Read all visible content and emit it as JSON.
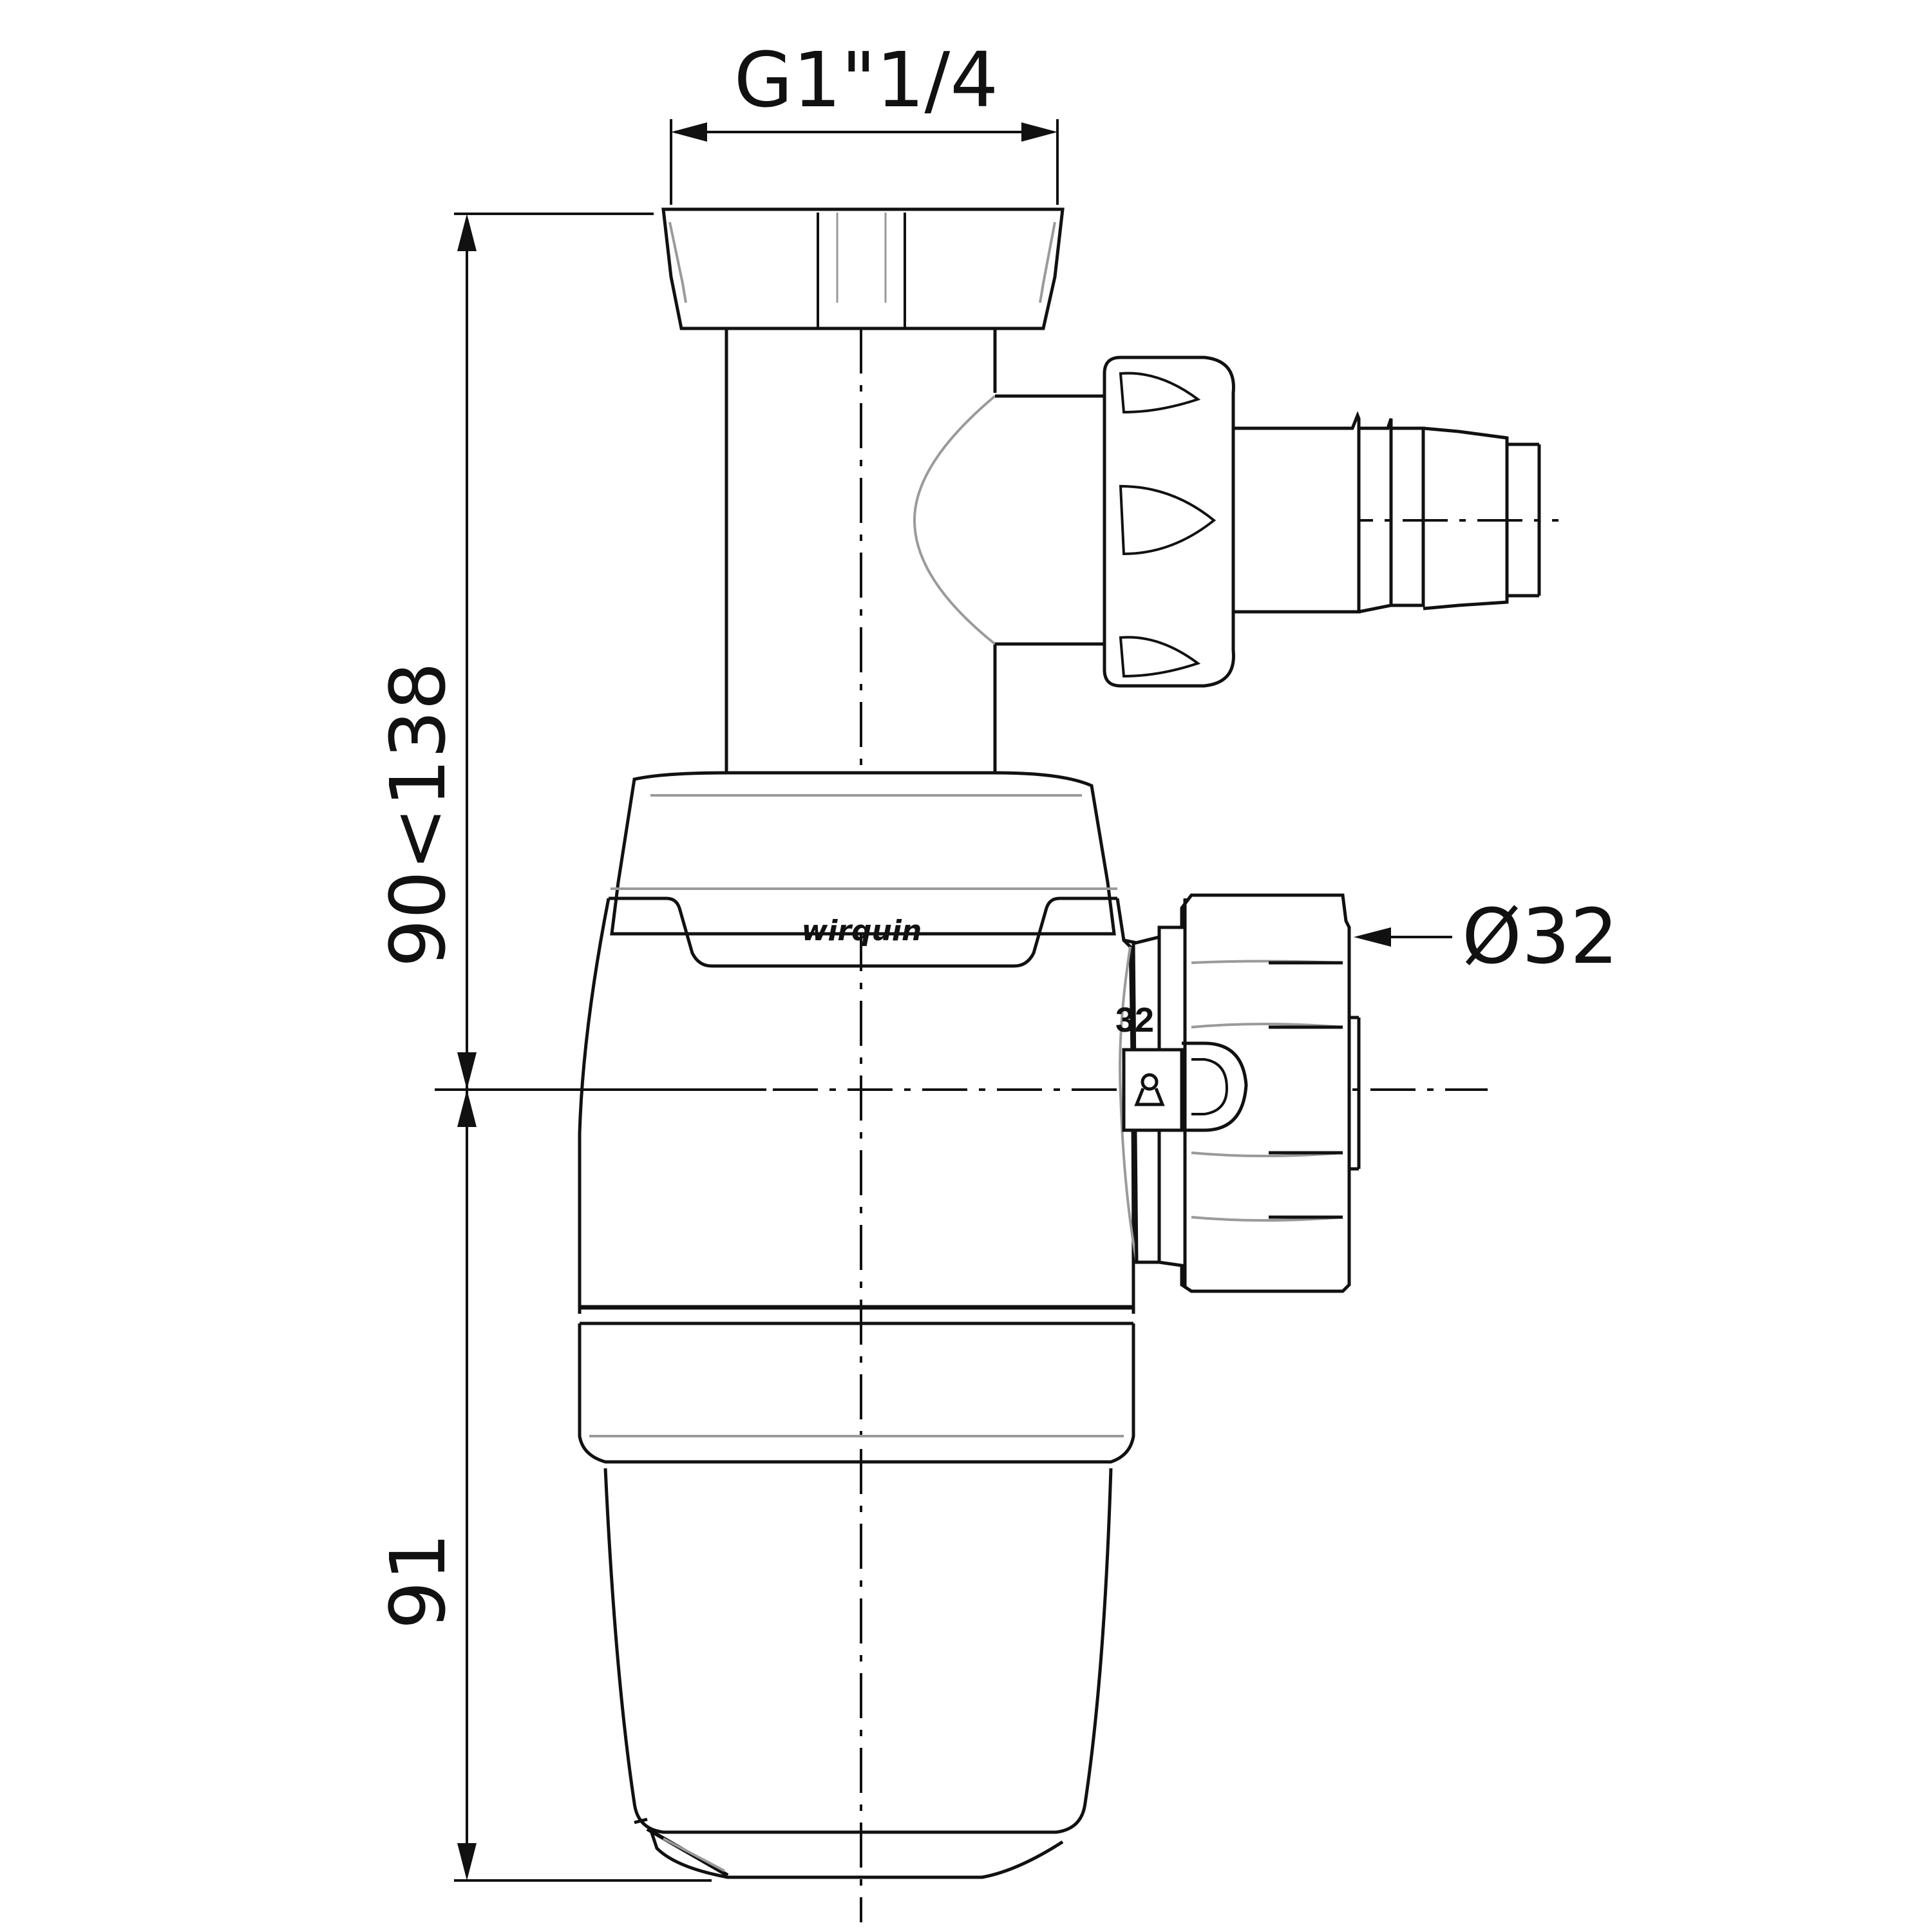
{
  "dimensions": {
    "thread_size": "G1\"1/4",
    "height_range": "90<138",
    "lower_height": "91",
    "outlet_diameter": "Ø32"
  },
  "product": {
    "brand_logo": "wirquin",
    "outlet_marking": "32"
  },
  "colors": {
    "line": "#111111",
    "hidden_line": "#9a9a9a",
    "background": "#ffffff"
  }
}
